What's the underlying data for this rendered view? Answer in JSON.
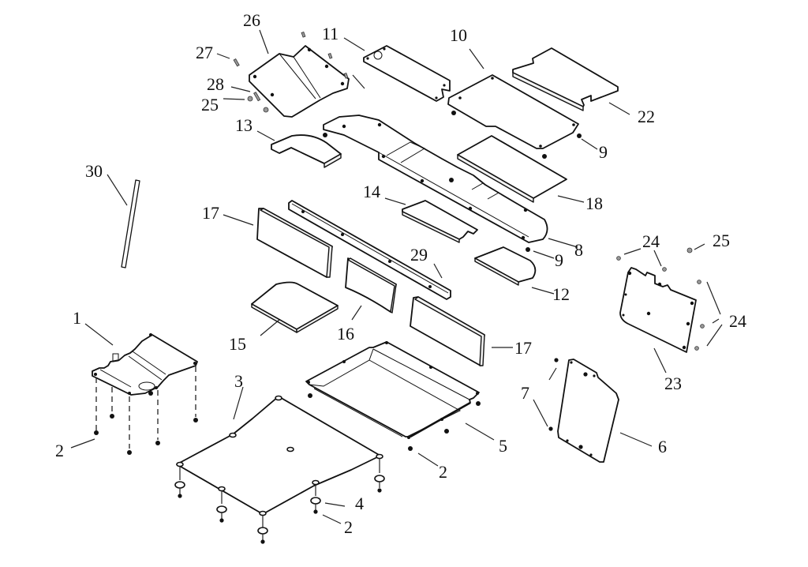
{
  "diagram": {
    "title": "Exploded view parts diagram",
    "callouts": [
      {
        "id": "c1",
        "label": "1",
        "part": "front floor plate"
      },
      {
        "id": "c2a",
        "label": "2",
        "part": "bolt"
      },
      {
        "id": "c2b",
        "label": "2",
        "part": "bolt"
      },
      {
        "id": "c2c",
        "label": "2",
        "part": "bolt"
      },
      {
        "id": "c3",
        "label": "3",
        "part": "floor pan"
      },
      {
        "id": "c4",
        "label": "4",
        "part": "rubber mount"
      },
      {
        "id": "c5",
        "label": "5",
        "part": "battery tray"
      },
      {
        "id": "c6",
        "label": "6",
        "part": "side panel"
      },
      {
        "id": "c7",
        "label": "7",
        "part": "screws"
      },
      {
        "id": "c8",
        "label": "8",
        "part": "seat frame bracket"
      },
      {
        "id": "c9a",
        "label": "9",
        "part": "nut"
      },
      {
        "id": "c9b",
        "label": "9",
        "part": "nut"
      },
      {
        "id": "c10",
        "label": "10",
        "part": "seat base plate"
      },
      {
        "id": "c11",
        "label": "11",
        "part": "cover plate"
      },
      {
        "id": "c12",
        "label": "12",
        "part": "cushion pad"
      },
      {
        "id": "c13",
        "label": "13",
        "part": "curved pad"
      },
      {
        "id": "c14",
        "label": "14",
        "part": "pad"
      },
      {
        "id": "c15",
        "label": "15",
        "part": "floor pad"
      },
      {
        "id": "c16",
        "label": "16",
        "part": "center pad"
      },
      {
        "id": "c17a",
        "label": "17",
        "part": "side pad"
      },
      {
        "id": "c17b",
        "label": "17",
        "part": "side pad"
      },
      {
        "id": "c18",
        "label": "18",
        "part": "seat pad"
      },
      {
        "id": "c22",
        "label": "22",
        "part": "top cushion"
      },
      {
        "id": "c23",
        "label": "23",
        "part": "rear panel"
      },
      {
        "id": "c24a",
        "label": "24",
        "part": "screws"
      },
      {
        "id": "c24b",
        "label": "24",
        "part": "screws"
      },
      {
        "id": "c25a",
        "label": "25",
        "part": "washer"
      },
      {
        "id": "c25b",
        "label": "25",
        "part": "washer"
      },
      {
        "id": "c26",
        "label": "26",
        "part": "cover bracket"
      },
      {
        "id": "c27",
        "label": "27",
        "part": "bolt"
      },
      {
        "id": "c28",
        "label": "28",
        "part": "bolt"
      },
      {
        "id": "c29",
        "label": "29",
        "part": "rail"
      },
      {
        "id": "c30",
        "label": "30",
        "part": "trim strip"
      }
    ]
  }
}
